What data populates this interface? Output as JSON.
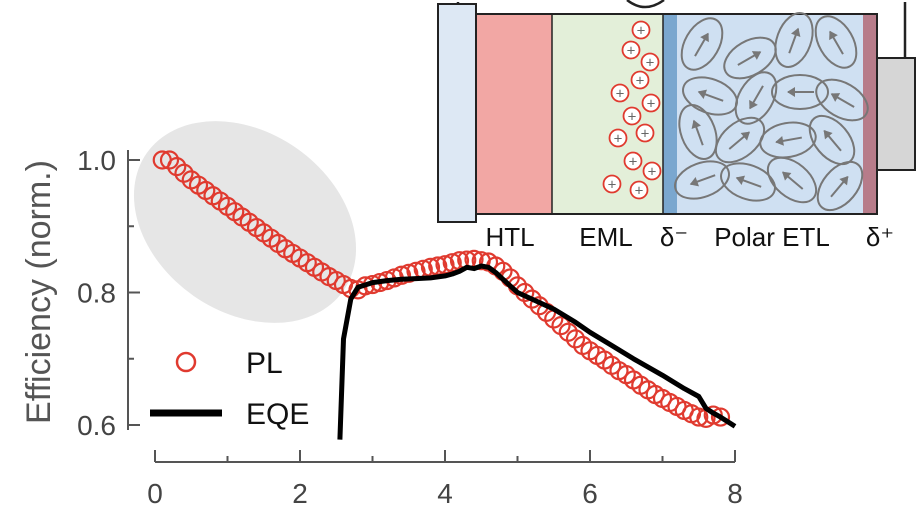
{
  "chart_data": {
    "type": "line",
    "ylabel": "Efficiency (norm.)",
    "xlim": [
      0,
      8
    ],
    "ylim": [
      0.6,
      1.0
    ],
    "x_ticks": [
      "0",
      "2",
      "4",
      "6",
      "8"
    ],
    "y_ticks": [
      "0.6",
      "0.8",
      "1.0"
    ],
    "legend_position": "bottom-left",
    "series": [
      {
        "name": "PL",
        "marker": "open-circle",
        "color": "#e03a2f",
        "x": [
          0.1,
          0.2,
          0.3,
          0.4,
          0.5,
          0.6,
          0.7,
          0.8,
          0.9,
          1.0,
          1.1,
          1.2,
          1.3,
          1.4,
          1.5,
          1.6,
          1.7,
          1.8,
          1.9,
          2.0,
          2.1,
          2.2,
          2.3,
          2.4,
          2.5,
          2.6,
          2.7,
          2.8,
          2.9,
          3.0,
          3.1,
          3.2,
          3.3,
          3.4,
          3.5,
          3.6,
          3.7,
          3.8,
          3.9,
          4.0,
          4.1,
          4.2,
          4.3,
          4.4,
          4.5,
          4.6,
          4.7,
          4.8,
          4.9,
          5.0,
          5.1,
          5.2,
          5.3,
          5.4,
          5.5,
          5.6,
          5.7,
          5.8,
          5.9,
          6.0,
          6.1,
          6.2,
          6.3,
          6.4,
          6.5,
          6.6,
          6.7,
          6.8,
          6.9,
          7.0,
          7.1,
          7.2,
          7.3,
          7.4,
          7.5,
          7.6,
          7.7,
          7.8
        ],
        "y": [
          1.0,
          1.0,
          0.99,
          0.98,
          0.97,
          0.962,
          0.954,
          0.946,
          0.938,
          0.93,
          0.922,
          0.914,
          0.906,
          0.898,
          0.89,
          0.882,
          0.874,
          0.866,
          0.859,
          0.852,
          0.845,
          0.838,
          0.831,
          0.824,
          0.818,
          0.812,
          0.806,
          0.804,
          0.81,
          0.812,
          0.815,
          0.818,
          0.822,
          0.826,
          0.829,
          0.832,
          0.835,
          0.838,
          0.84,
          0.842,
          0.845,
          0.848,
          0.849,
          0.85,
          0.848,
          0.846,
          0.84,
          0.832,
          0.822,
          0.81,
          0.8,
          0.79,
          0.78,
          0.77,
          0.76,
          0.75,
          0.74,
          0.73,
          0.72,
          0.712,
          0.705,
          0.698,
          0.69,
          0.682,
          0.676,
          0.668,
          0.66,
          0.653,
          0.646,
          0.64,
          0.634,
          0.628,
          0.622,
          0.617,
          0.612,
          0.61,
          0.615,
          0.612
        ]
      },
      {
        "name": "EQE",
        "line": "solid",
        "color": "#000000",
        "x": [
          2.55,
          2.6,
          2.7,
          2.8,
          3.0,
          3.2,
          3.4,
          3.6,
          3.8,
          4.0,
          4.1,
          4.2,
          4.3,
          4.4,
          4.5,
          4.6,
          4.7,
          4.8,
          5.0,
          5.2,
          5.5,
          5.8,
          6.0,
          6.3,
          6.6,
          7.0,
          7.3,
          7.5,
          7.6,
          7.7,
          7.8,
          7.9,
          8.0
        ],
        "y": [
          0.578,
          0.73,
          0.79,
          0.808,
          0.815,
          0.818,
          0.82,
          0.821,
          0.822,
          0.825,
          0.828,
          0.832,
          0.838,
          0.836,
          0.84,
          0.838,
          0.83,
          0.82,
          0.8,
          0.79,
          0.775,
          0.755,
          0.74,
          0.72,
          0.7,
          0.675,
          0.655,
          0.643,
          0.625,
          0.618,
          0.612,
          0.605,
          0.598
        ]
      }
    ],
    "inset": {
      "layer_labels": [
        "HTL",
        "EML",
        "δ⁻",
        "Polar ETL",
        "δ⁺"
      ],
      "charge_symbol": "+"
    }
  }
}
